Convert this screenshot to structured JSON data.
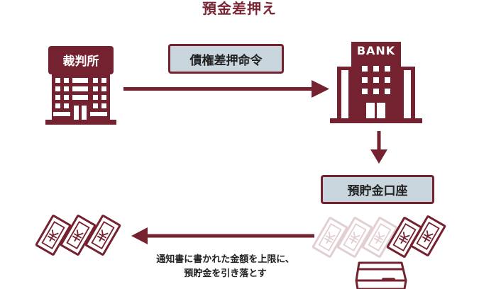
{
  "title": "預金差押え",
  "court": {
    "label": "裁判所",
    "icon": "courthouse-building-icon"
  },
  "bank": {
    "label": "BANK",
    "icon": "bank-building-icon"
  },
  "order_box": {
    "label": "債権差押命令"
  },
  "account_box": {
    "label": "預貯金口座"
  },
  "note": {
    "line1": "通知書に書かれた金額を上限に、",
    "line2": "預貯金を引き落とす"
  },
  "colors": {
    "primary": "#74222f",
    "faded": "#e2cfd2",
    "box_bg": "#c9d6de"
  }
}
